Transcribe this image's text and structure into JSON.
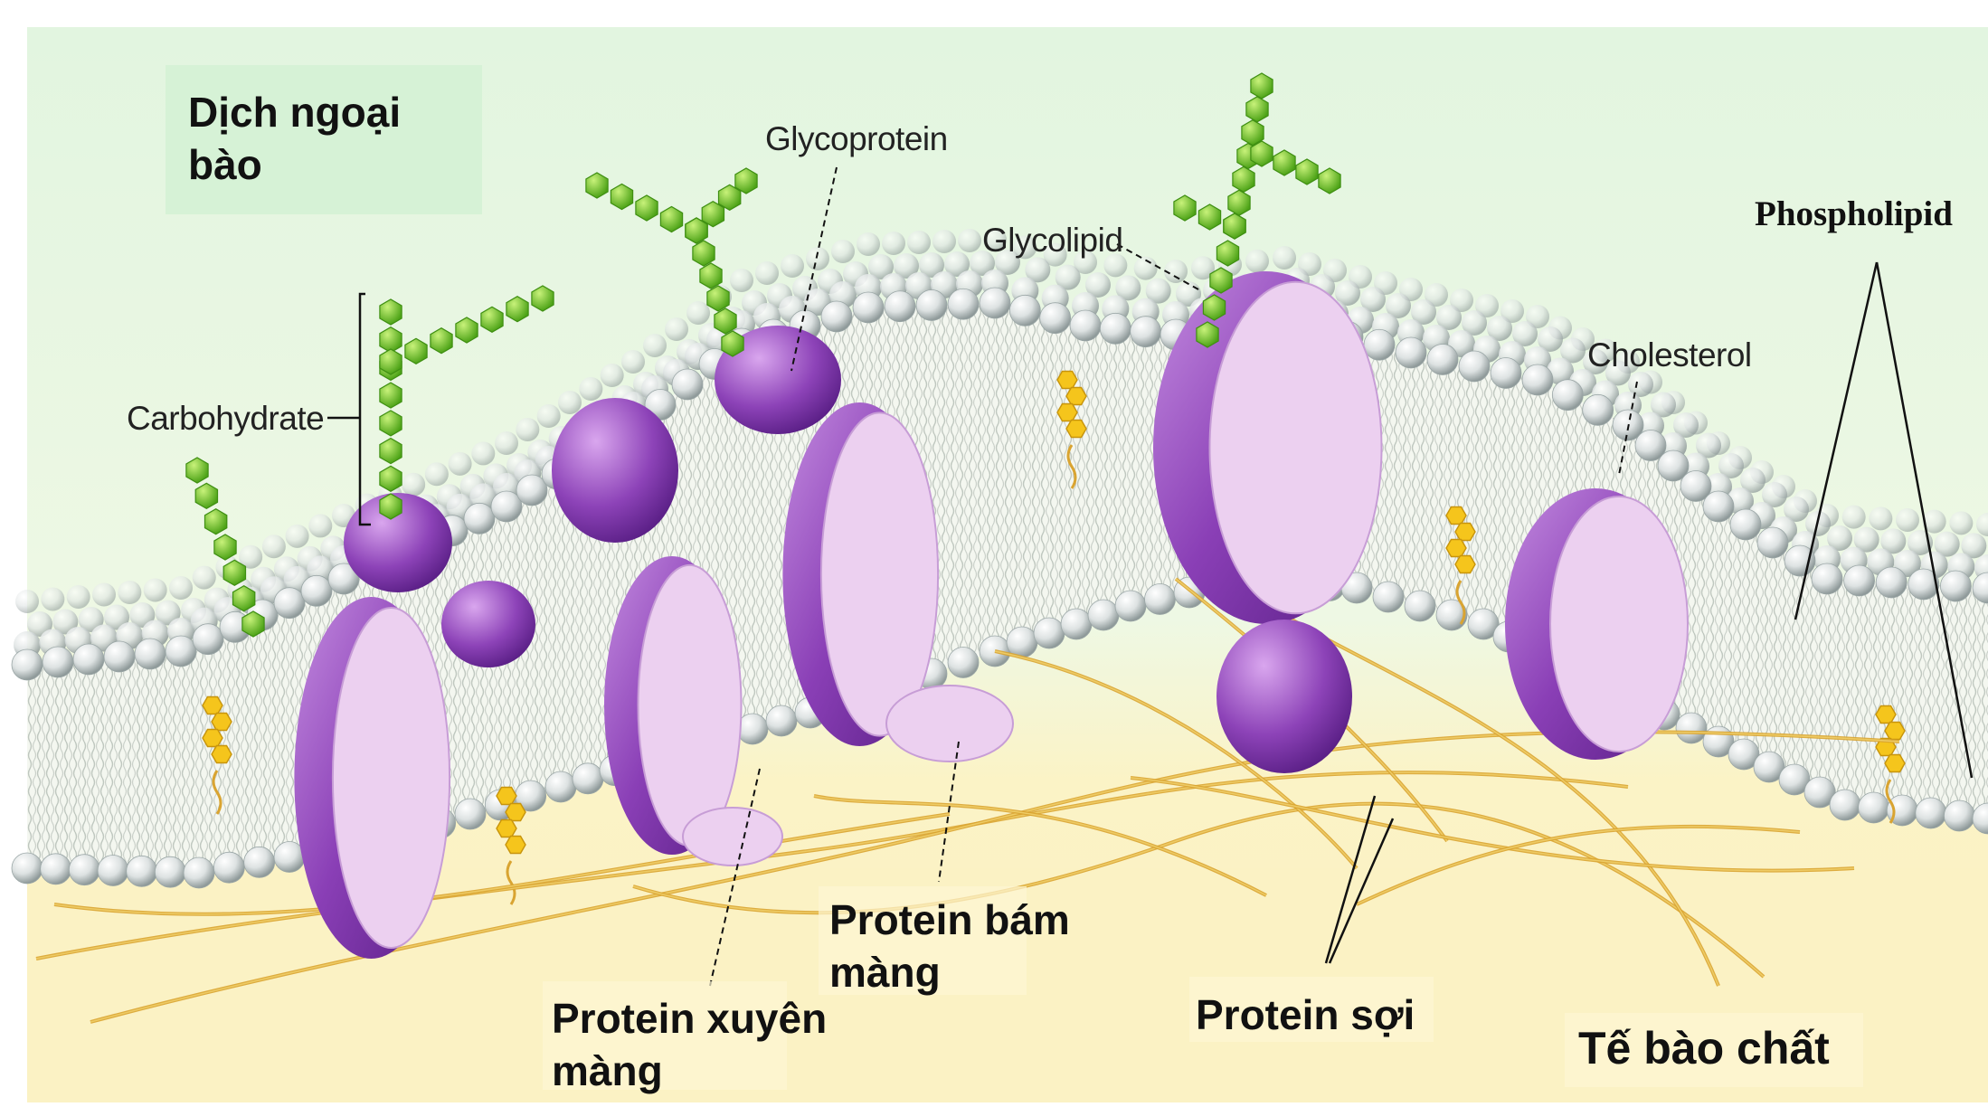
{
  "labels": {
    "extracellular": "Dịch ngoại\nbào",
    "glycoprotein": "Glycoprotein",
    "glycolipid": "Glycolipid",
    "carbohydrate": "Carbohydrate",
    "cholesterol": "Cholesterol",
    "phospholipid": "Phospholipid",
    "transmembrane_protein": "Protein xuyên\nmàng",
    "peripheral_protein": "Protein bám\nmàng",
    "fibrous_protein": "Protein sợi",
    "cytoplasm": "Tế bào chất"
  },
  "colors": {
    "extracellular_bg": "#e6f6e6",
    "cytoplasm_bg": "#fbf3c6",
    "phospholipid_head": "#dde2e2",
    "protein_dark": "#8a3fb6",
    "protein_light": "#e8c7ec",
    "sugar": "#7ccd2a",
    "cholesterol": "#f2c21c",
    "fiber": "#d9a431"
  }
}
